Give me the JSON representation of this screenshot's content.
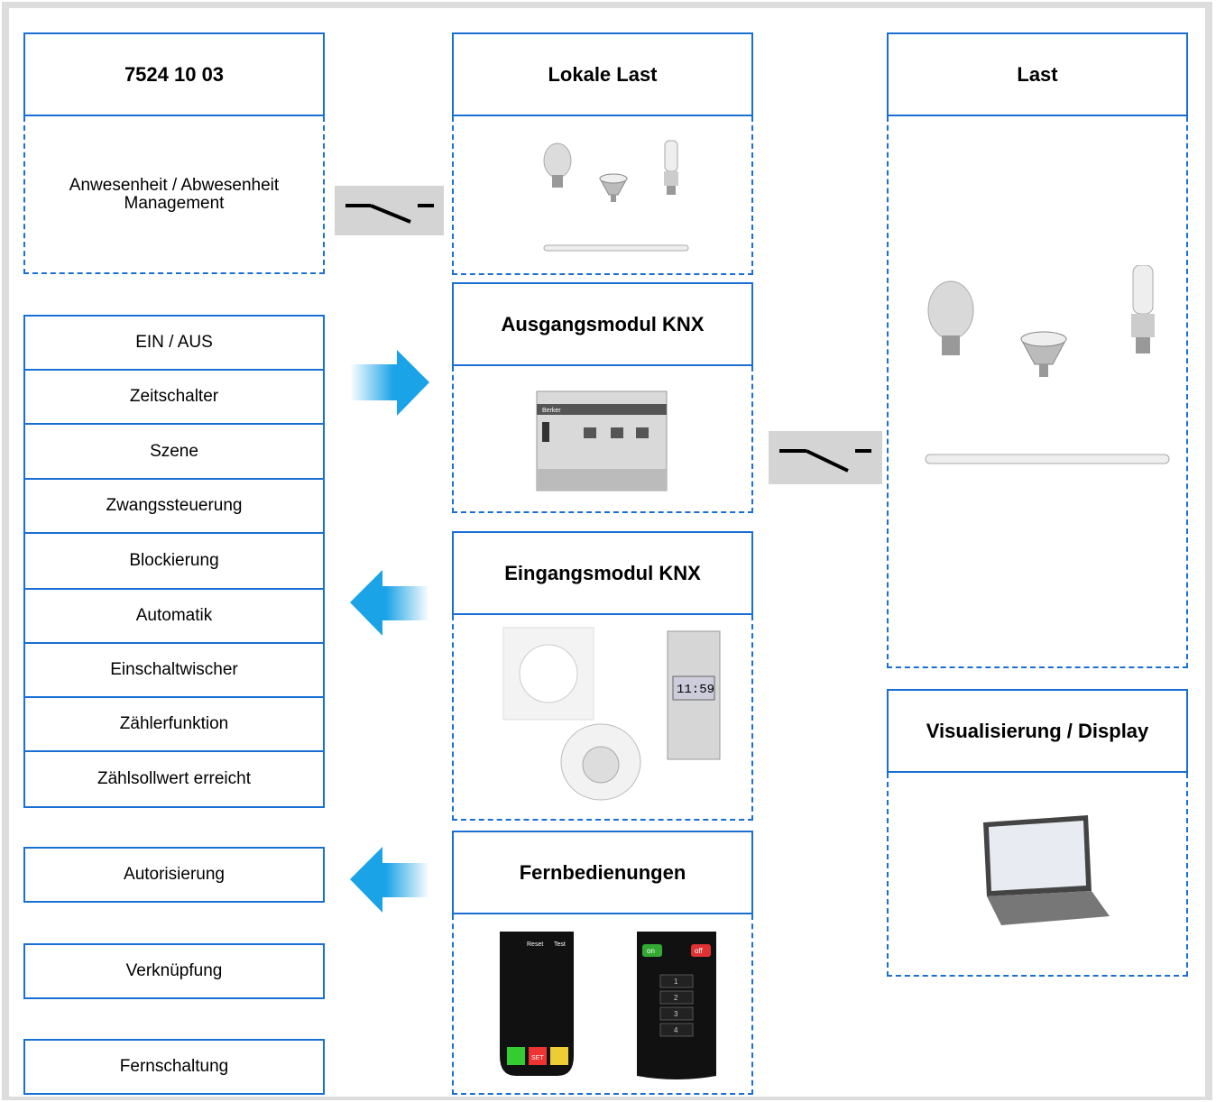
{
  "colors": {
    "border": "#1a6fd4",
    "arrow": "#1aa3e6",
    "frame": "#dddddd",
    "switch_bg": "#d4d4d4"
  },
  "device_box": {
    "title": "7524 10 03",
    "text_line1": "Anwesenheit / Abwesenheit",
    "text_line2": "Management"
  },
  "functions": [
    "EIN / AUS",
    "Zeitschalter",
    "Szene",
    "Zwangssteuerung",
    "Blockierung",
    "Automatik",
    "Einschaltwischer",
    "Zählerfunktion",
    "Zählsollwert erreicht"
  ],
  "extra_functions": [
    "Autorisierung",
    "Verknüpfung",
    "Fernschaltung"
  ],
  "middle": {
    "local_load": "Lokale Last",
    "output_module": "Ausgangsmodul KNX",
    "input_module": "Eingangsmodul KNX",
    "remotes": "Fernbedienungen"
  },
  "right": {
    "load": "Last",
    "display": "Visualisierung / Display"
  },
  "device_labels": {
    "actuator_brand": "Berker",
    "timer_display": "11:59",
    "remote_buttons": [
      "Reset",
      "Test",
      "SET",
      "on",
      "off",
      "1",
      "2",
      "3",
      "4"
    ]
  },
  "icons": [
    "switch-icon",
    "arrow-right-icon",
    "arrow-left-icon",
    "bulb-icon",
    "halogen-icon",
    "cfl-icon",
    "tube-icon",
    "actuator-icon",
    "push-button-icon",
    "timer-icon",
    "motion-sensor-icon",
    "remote-icon",
    "laptop-icon"
  ]
}
